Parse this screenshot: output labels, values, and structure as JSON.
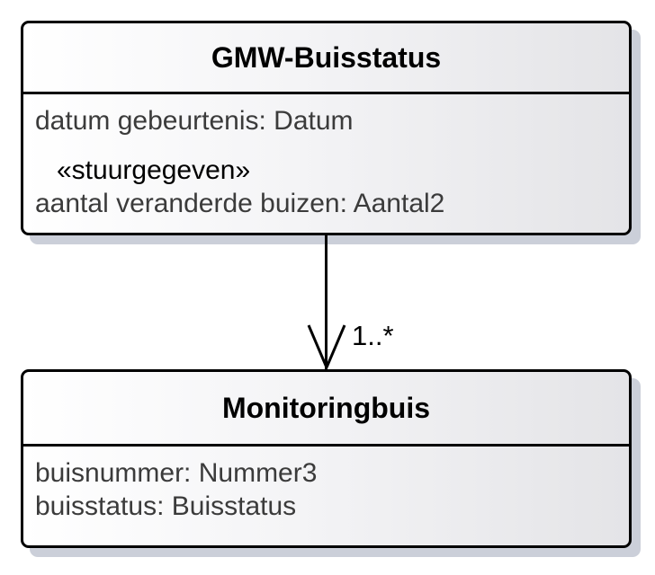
{
  "diagram": {
    "classes": [
      {
        "name": "GMW-Buisstatus",
        "attributes": [
          "datum gebeurtenis: Datum",
          "aantal veranderde buizen: Aantal2"
        ],
        "stereotype": "«stuurgegeven»"
      },
      {
        "name": "Monitoringbuis",
        "attributes": [
          "buisnummer: Nummer3",
          "buisstatus: Buisstatus"
        ]
      }
    ],
    "association": {
      "multiplicity": "1..*"
    },
    "colors": {
      "background": "#ffffff",
      "border": "#000000",
      "fill_gradient_left": "#ffffff",
      "fill_gradient_right": "#e4e4e7",
      "shadow": "#cbcfd9",
      "title_text": "#000000",
      "attribute_text": "#3b3b3b",
      "stereotype_text": "#000000",
      "connector": "#000000"
    }
  }
}
